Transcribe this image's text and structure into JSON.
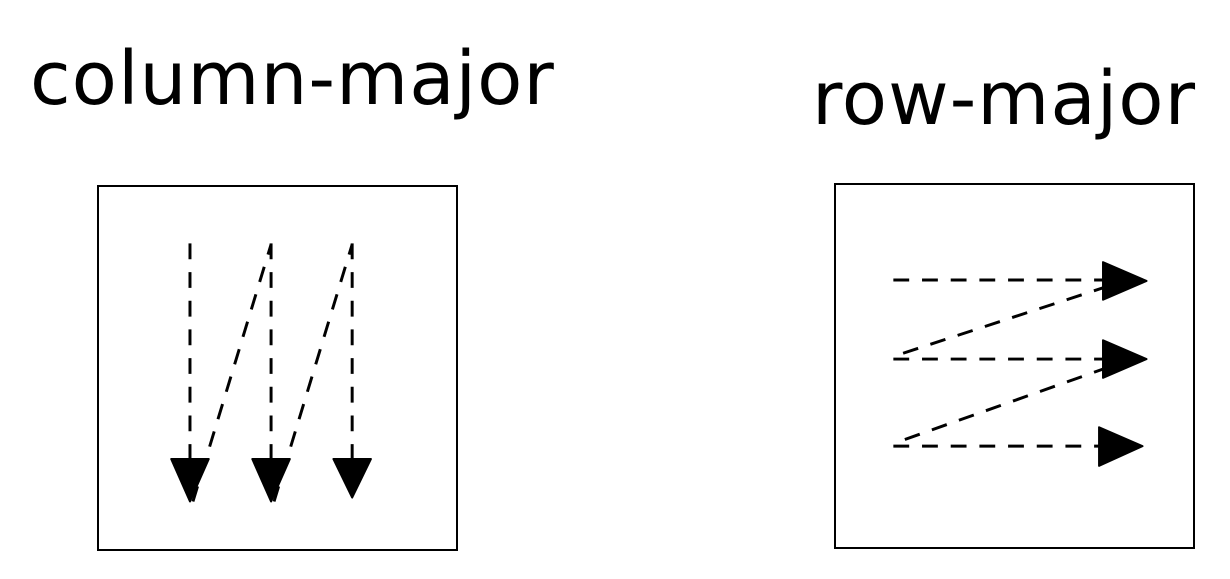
{
  "panels": [
    {
      "label": "column-major",
      "direction": "vertical",
      "arrow_count": 3,
      "diagonal_connectors": 2
    },
    {
      "label": "row-major",
      "direction": "horizontal",
      "arrow_count": 3,
      "diagonal_connectors": 2
    }
  ],
  "colors": {
    "stroke": "#000000",
    "background": "#ffffff"
  }
}
